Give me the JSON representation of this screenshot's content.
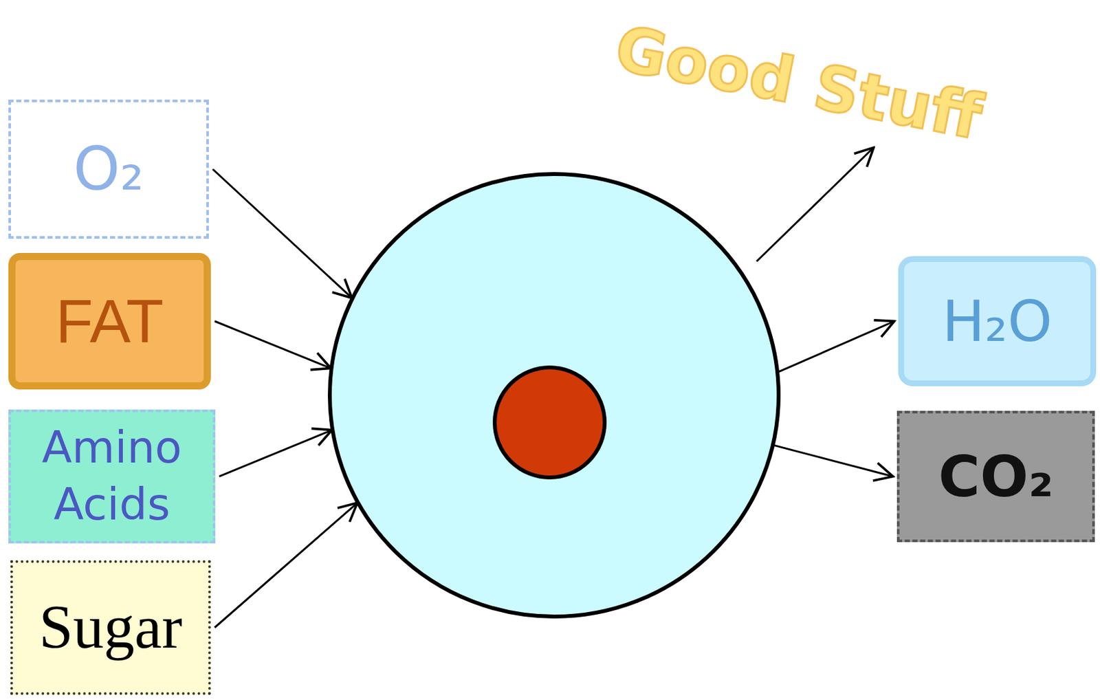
{
  "diagram": {
    "nodes": [
      {
        "text": [
          "O₂"
        ]
      },
      {
        "text": [
          "FAT"
        ]
      },
      {
        "text": [
          "Amino Acids"
        ]
      },
      {
        "text": [
          "Sugar"
        ]
      },
      {
        "text": []
      },
      {
        "text": [
          "H₂O"
        ]
      },
      {
        "text": [
          "CO₂"
        ]
      }
    ],
    "edges": [
      {
        "from": 0,
        "to": 4,
        "arrow": "to"
      },
      {
        "from": 1,
        "to": 4,
        "arrow": "to"
      },
      {
        "from": 2,
        "to": 4,
        "arrow": "to"
      },
      {
        "from": 3,
        "to": 4,
        "arrow": "to"
      },
      {
        "from": 4,
        "to": 5,
        "arrow": "to"
      },
      {
        "from": 4,
        "to": 6,
        "arrow": "to"
      }
    ],
    "labels": [
      "Good Stuff"
    ]
  }
}
